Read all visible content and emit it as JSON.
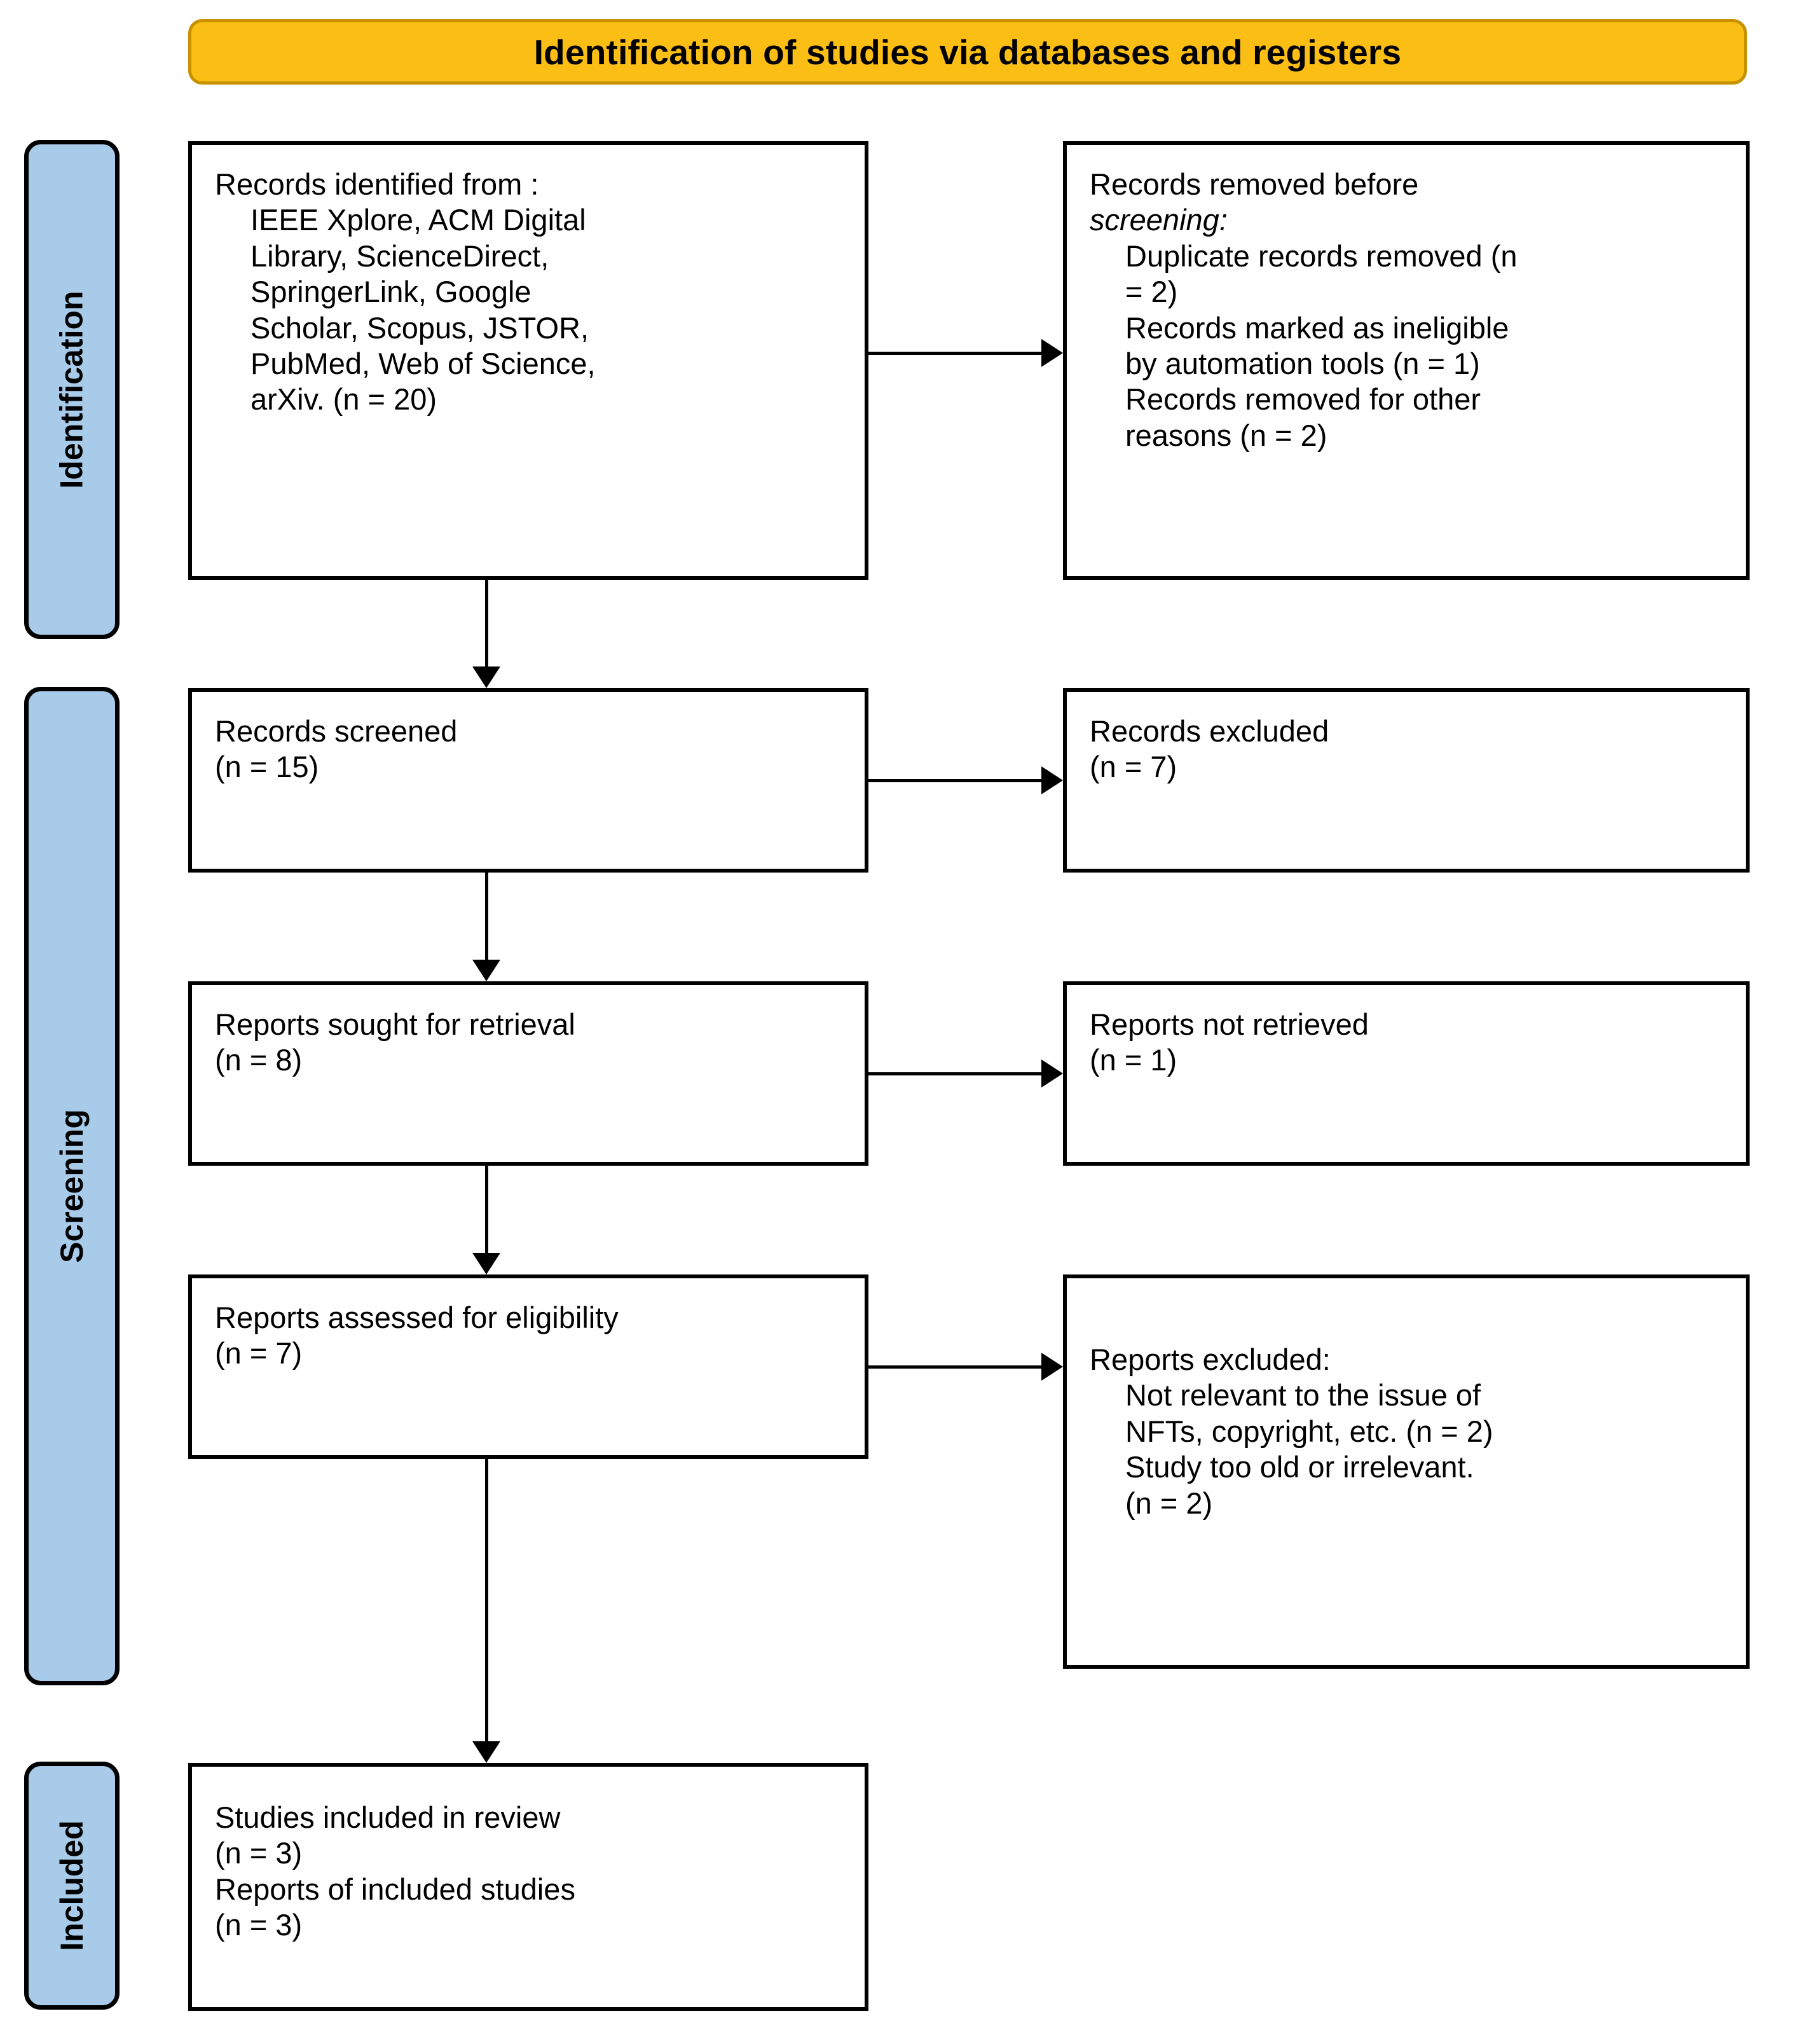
{
  "header": {
    "title": "Identification of studies via databases and registers",
    "background_color": "#fbbe15",
    "border_color": "#c79100"
  },
  "stages": {
    "identification": "Identification",
    "screening": "Screening",
    "included": "Included",
    "background_color": "#a8cbea"
  },
  "boxes": {
    "identified": {
      "line1": "Records identified from :",
      "line2": "IEEE Xplore, ACM Digital",
      "line3": "Library, ScienceDirect,",
      "line4": "SpringerLink, Google",
      "line5": "Scholar, Scopus, JSTOR,",
      "line6": "PubMed, Web of Science,",
      "line7": "arXiv. (n = 20)"
    },
    "removed_before_screening": {
      "line1a": "Records removed ",
      "line1b": "before",
      "line2": "screening:",
      "line3": "Duplicate records removed (n",
      "line4": "= 2)",
      "line5": "Records marked as ineligible",
      "line6": "by automation tools (n = 1)",
      "line7": "Records removed for other",
      "line8": "reasons (n = 2)"
    },
    "screened": {
      "line1": "Records screened",
      "line2": "(n = 15)"
    },
    "records_excluded": {
      "line1": "Records excluded",
      "line2": "(n = 7)"
    },
    "sought": {
      "line1": "Reports sought for retrieval",
      "line2": "(n = 8)"
    },
    "not_retrieved": {
      "line1": "Reports not retrieved",
      "line2": "(n = 1)"
    },
    "assessed": {
      "line1": "Reports assessed for eligibility",
      "line2": "(n = 7)"
    },
    "reports_excluded": {
      "line1": "Reports excluded:",
      "line2": "Not relevant to the issue of",
      "line3": "NFTs, copyright, etc. (n = 2)",
      "line4": "Study too old or irrelevant.",
      "line5": "(n = 2)"
    },
    "included": {
      "line1": "Studies included in review",
      "line2": "(n = 3)",
      "line3": "Reports of included studies",
      "line4": "(n = 3)"
    }
  },
  "chart_data": {
    "type": "diagram",
    "title": "Identification of studies via databases and registers",
    "nodes": [
      {
        "id": "identified",
        "stage": "Identification",
        "label": "Records identified from databases",
        "n": 20
      },
      {
        "id": "removed_before_screening",
        "stage": "Identification",
        "label": "Records removed before screening",
        "duplicates_n": 2,
        "ineligible_automation_n": 1,
        "other_reasons_n": 2
      },
      {
        "id": "screened",
        "stage": "Screening",
        "label": "Records screened",
        "n": 15
      },
      {
        "id": "records_excluded",
        "stage": "Screening",
        "label": "Records excluded",
        "n": 7
      },
      {
        "id": "sought",
        "stage": "Screening",
        "label": "Reports sought for retrieval",
        "n": 8
      },
      {
        "id": "not_retrieved",
        "stage": "Screening",
        "label": "Reports not retrieved",
        "n": 1
      },
      {
        "id": "assessed",
        "stage": "Screening",
        "label": "Reports assessed for eligibility",
        "n": 7
      },
      {
        "id": "reports_excluded",
        "stage": "Screening",
        "label": "Reports excluded",
        "not_relevant_n": 2,
        "too_old_n": 2
      },
      {
        "id": "included_studies",
        "stage": "Included",
        "label": "Studies included in review",
        "n": 3
      },
      {
        "id": "included_reports",
        "stage": "Included",
        "label": "Reports of included studies",
        "n": 3
      }
    ],
    "edges": [
      {
        "from": "identified",
        "to": "removed_before_screening"
      },
      {
        "from": "identified",
        "to": "screened"
      },
      {
        "from": "screened",
        "to": "records_excluded"
      },
      {
        "from": "screened",
        "to": "sought"
      },
      {
        "from": "sought",
        "to": "not_retrieved"
      },
      {
        "from": "sought",
        "to": "assessed"
      },
      {
        "from": "assessed",
        "to": "reports_excluded"
      },
      {
        "from": "assessed",
        "to": "included_studies"
      }
    ],
    "databases": [
      "IEEE Xplore",
      "ACM Digital Library",
      "ScienceDirect",
      "SpringerLink",
      "Google Scholar",
      "Scopus",
      "JSTOR",
      "PubMed",
      "Web of Science",
      "arXiv"
    ]
  }
}
